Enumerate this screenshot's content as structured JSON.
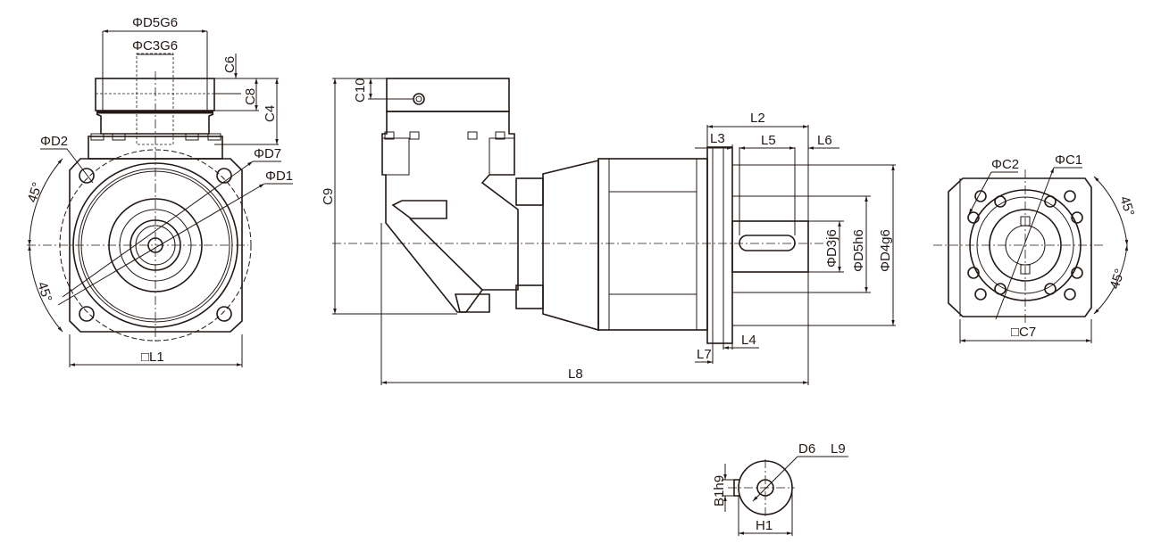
{
  "front_view": {
    "d5g6": "ΦD5G6",
    "c3g6": "ΦC3G6",
    "c6": "C6",
    "c8": "C8",
    "c4": "C4",
    "d2": "ΦD2",
    "d7": "ΦD7",
    "d1": "ΦD1",
    "angle_top": "45°",
    "angle_bottom": "45°",
    "l1": "□L1"
  },
  "side_view": {
    "c10": "C10",
    "c9": "C9",
    "l2": "L2",
    "l3": "L3",
    "l5": "L5",
    "l6": "L6",
    "d3j6": "ΦD3j6",
    "d5h6": "ΦD5h6",
    "d4g6": "ΦD4g6",
    "l4": "L4",
    "l7": "L7",
    "l8": "L8"
  },
  "output_view": {
    "c2": "ΦC2",
    "c1": "ΦC1",
    "angle_top": "45°",
    "angle_bottom": "45°",
    "c7": "□C7"
  },
  "shaft_section": {
    "d6": "D6",
    "l9": "L9",
    "b1h9": "B1h9",
    "h1": "H1"
  }
}
